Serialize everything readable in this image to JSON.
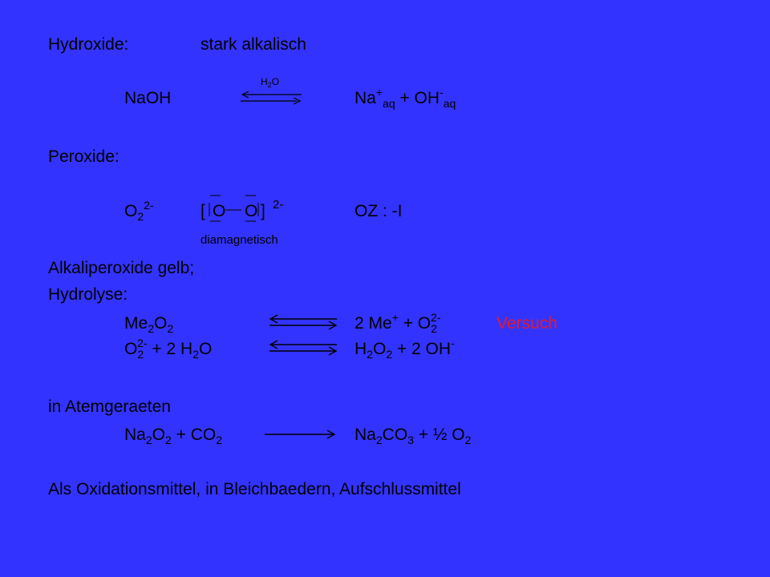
{
  "hydroxide": {
    "label": "Hydroxide:",
    "property": "stark alkalisch",
    "catalyst": "H",
    "catalyst_sub": "2",
    "catalyst_tail": "O",
    "left": "NaOH",
    "right_na": "Na",
    "right_na_sup": "+",
    "right_na_sub": "aq",
    "right_plus": " + OH",
    "right_oh_sup": "-",
    "right_oh_sub": "aq"
  },
  "peroxide": {
    "label": "Peroxide:",
    "ion": "O",
    "ion_sub": "2",
    "ion_sup": "2-",
    "bracket_open": "[",
    "atom1": "O",
    "atom2": "O",
    "bracket_close": "]",
    "charge": "2-",
    "oz": "OZ : -I",
    "magnetism": "diamagnetisch"
  },
  "alkaliperoxide": "Alkaliperoxide gelb;",
  "hydrolyse": {
    "label": "Hydrolyse:",
    "r1_me": "Me",
    "r1_me_sub": "2",
    "r1_o": "O",
    "r1_o_sub": "2",
    "r1_right_a": "2 Me",
    "r1_right_a_sup": "+",
    "r1_right_b": " + O",
    "r1_right_b_sub": "2",
    "r1_right_b_sup": "2-",
    "versuch": "Versuch",
    "r2_o": "O",
    "r2_o_sub": "2",
    "r2_o_sup": "2-",
    "r2_plus": " + 2 H",
    "r2_h_sub": "2",
    "r2_tail": "O",
    "r2_right_h": "H",
    "r2_right_h_sub": "2",
    "r2_right_o": "O",
    "r2_right_o_sub": "2",
    "r2_right_tail": " + 2 OH",
    "r2_right_sup": "-"
  },
  "atemgeraete": {
    "label": "in Atemgeraeten",
    "na": "Na",
    "na_sub": "2",
    "o": "O",
    "o_sub": "2",
    "plus_co": " + CO",
    "co_sub": "2",
    "right_na": "Na",
    "right_na_sub": "2",
    "right_co": "CO",
    "right_co_sub": "3",
    "right_tail": " + ½ O",
    "right_tail_sub": "2"
  },
  "uses": "Als Oxidationsmittel, in Bleichbaedern, Aufschlussmittel",
  "colors": {
    "background": "#3333ff",
    "text": "#000000",
    "highlight": "#e8182c"
  }
}
